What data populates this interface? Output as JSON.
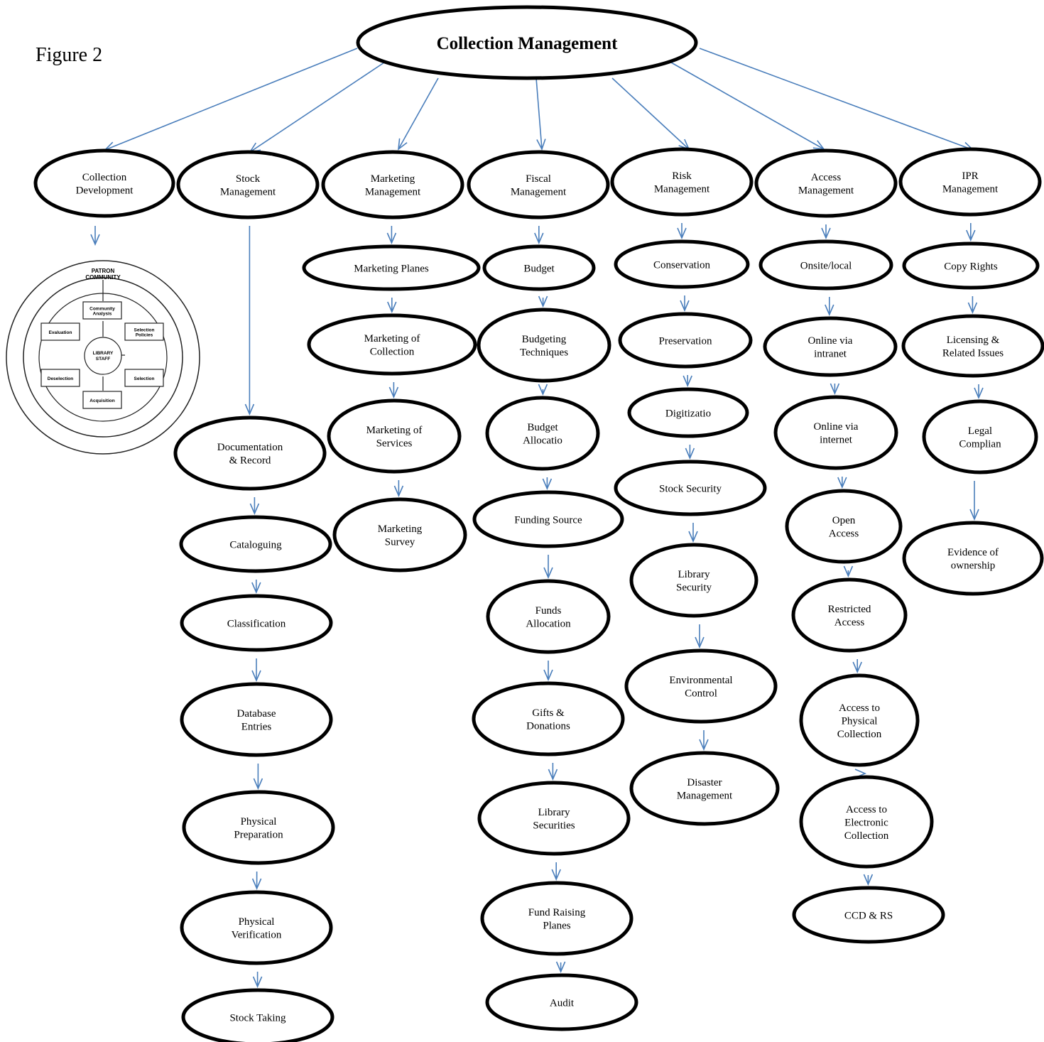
{
  "figure_label": "Figure 2",
  "root": {
    "label": "Collection Management"
  },
  "columns": [
    {
      "id": "cd",
      "head": "Collection Development",
      "children": []
    },
    {
      "id": "sm",
      "head": "Stock Management",
      "children": [
        "Documentation & Record",
        "Cataloguing",
        "Classification",
        "Database Entries",
        "Physical Preparation",
        "Physical Verification",
        "Stock Taking"
      ]
    },
    {
      "id": "mm",
      "head": "Marketing Management",
      "children": [
        "Marketing Planes",
        "Marketing of Collection",
        "Marketing of Services",
        "Marketing Survey"
      ]
    },
    {
      "id": "fm",
      "head": "Fiscal Management",
      "children": [
        "Budget",
        "Budgeting Techniques",
        "Budget Allocatio",
        "Funding Source",
        "Funds Allocation",
        "Gifts & Donations",
        "Library Securities",
        "Fund Raising Planes",
        "Audit"
      ]
    },
    {
      "id": "rm",
      "head": "Risk Management",
      "children": [
        "Conservation",
        "Preservation",
        "Digitizatio",
        "Stock Security",
        "Library Security",
        "Environmental Control",
        "Disaster Management"
      ]
    },
    {
      "id": "am",
      "head": "Access Management",
      "children": [
        "Onsite/local",
        "Online via intranet",
        "Online via internet",
        "Open Access",
        "Restricted Access",
        "Access to Physical Collection",
        "Access to Electronic Collection",
        "CCD & RS"
      ]
    },
    {
      "id": "ipr",
      "head": "IPR Management",
      "children": [
        "Copy Rights",
        "Licensing & Related Issues",
        "Legal Complian",
        "Evidence of ownership"
      ]
    }
  ],
  "cycle_diagram": {
    "outer_label": "PATRON COMMUNITY",
    "center_label": "LIBRARY STAFF",
    "boxes": [
      "Community Analysis",
      "Selection Policies",
      "Selection",
      "Acquisition",
      "Deselection",
      "Evaluation"
    ]
  },
  "colors": {
    "edge": "#4a7ebb",
    "stroke": "#000000"
  }
}
